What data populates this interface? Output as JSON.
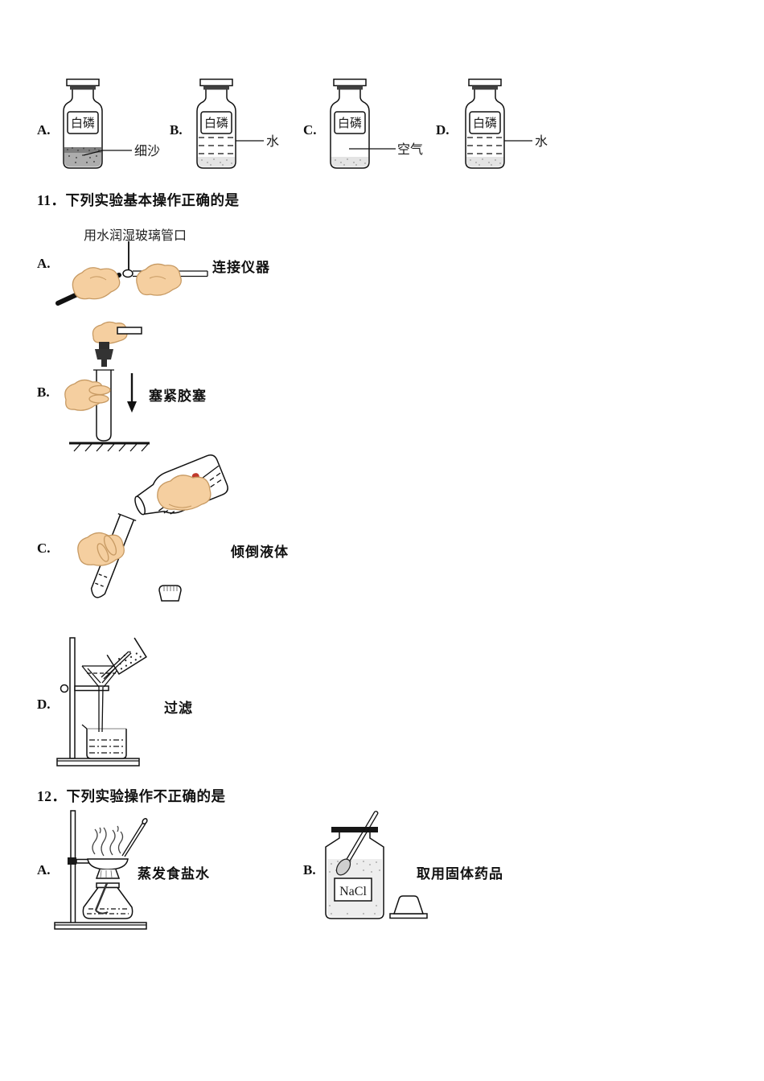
{
  "colors": {
    "ink": "#1a1a1a",
    "skin": "#f5cfa0",
    "red_label": "#c0392b"
  },
  "bottle_row": {
    "options": [
      {
        "letter": "A.",
        "bottle_label": "白磷",
        "annotation": "细沙"
      },
      {
        "letter": "B.",
        "bottle_label": "白磷",
        "annotation": "水"
      },
      {
        "letter": "C.",
        "bottle_label": "白磷",
        "annotation": "空气"
      },
      {
        "letter": "D.",
        "bottle_label": "白磷",
        "annotation": "水"
      }
    ]
  },
  "question11": {
    "number": "11．",
    "stem": "下列实验基本操作正确的是",
    "tube_annotation": "用水润湿玻璃管口",
    "options": [
      {
        "letter": "A.",
        "caption": "连接仪器"
      },
      {
        "letter": "B.",
        "caption": "塞紧胶塞"
      },
      {
        "letter": "C.",
        "caption": "倾倒液体"
      },
      {
        "letter": "D.",
        "caption": "过滤"
      }
    ]
  },
  "question12": {
    "number": "12．",
    "stem": "下列实验操作不正确的是",
    "options": [
      {
        "letter": "A.",
        "caption": "蒸发食盐水"
      },
      {
        "letter": "B.",
        "caption": "取用固体药品",
        "bottle_label": "NaCl"
      }
    ]
  }
}
